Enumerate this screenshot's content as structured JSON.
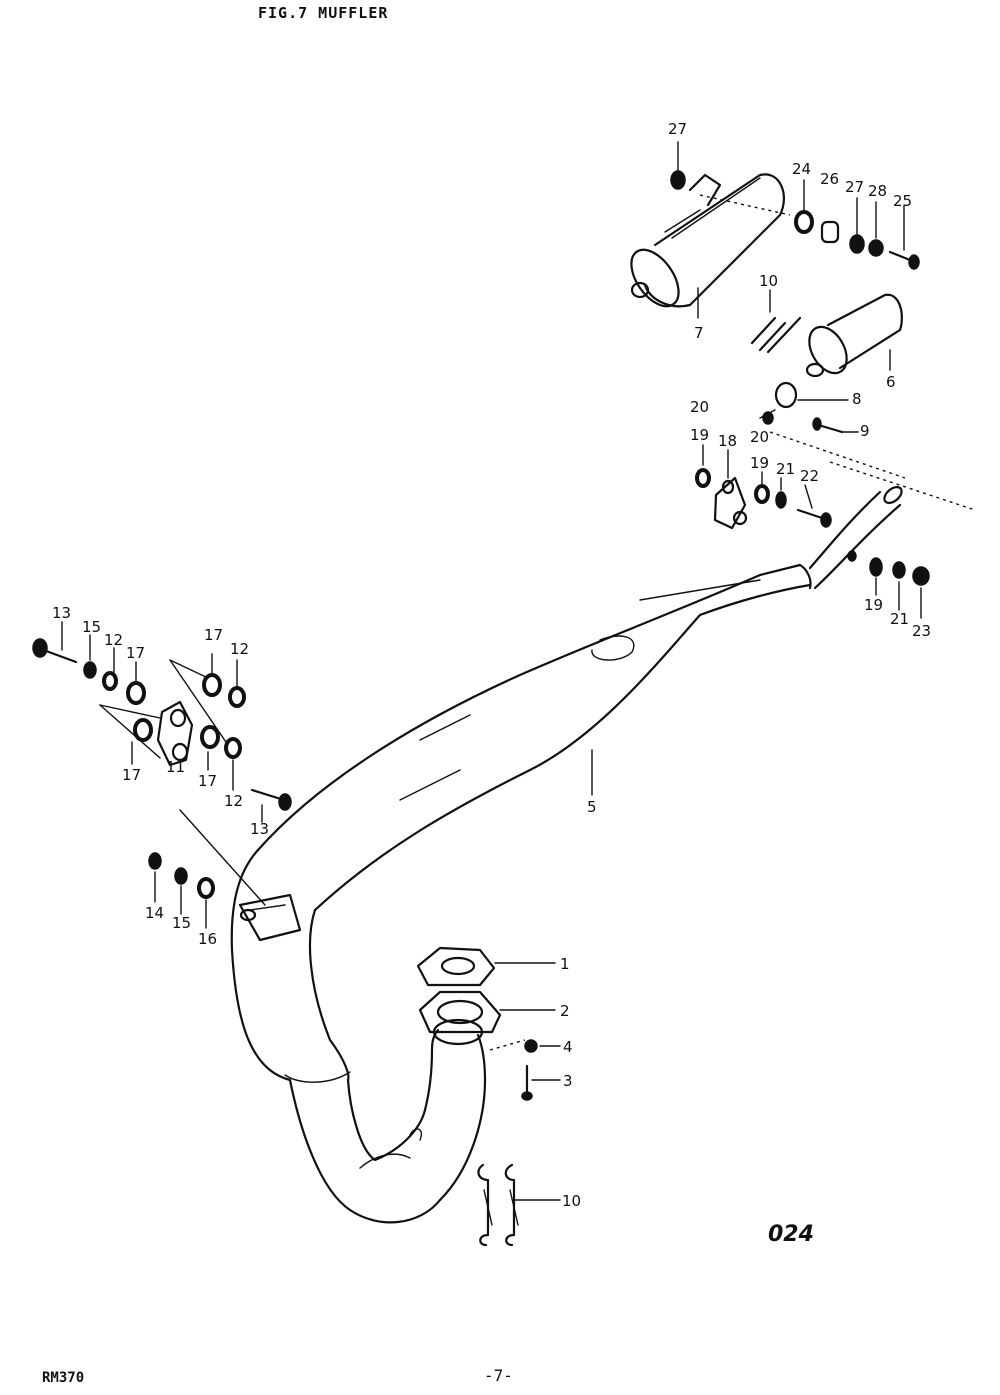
{
  "header": {
    "title": "FIG.7  MUFFLER"
  },
  "footer": {
    "model": "RM370",
    "page": "-7-"
  },
  "figure_code": "024",
  "callouts": [
    {
      "id": "c27a",
      "label": "27"
    },
    {
      "id": "c24",
      "label": "24"
    },
    {
      "id": "c26",
      "label": "26"
    },
    {
      "id": "c27b",
      "label": "27"
    },
    {
      "id": "c28",
      "label": "28"
    },
    {
      "id": "c25",
      "label": "25"
    },
    {
      "id": "c7",
      "label": "7"
    },
    {
      "id": "c10a",
      "label": "10"
    },
    {
      "id": "c6",
      "label": "6"
    },
    {
      "id": "c8",
      "label": "8"
    },
    {
      "id": "c9",
      "label": "9"
    },
    {
      "id": "c20a",
      "label": "20"
    },
    {
      "id": "c19a",
      "label": "19"
    },
    {
      "id": "c18",
      "label": "18"
    },
    {
      "id": "c20b",
      "label": "20"
    },
    {
      "id": "c19b",
      "label": "19"
    },
    {
      "id": "c21a",
      "label": "21"
    },
    {
      "id": "c22",
      "label": "22"
    },
    {
      "id": "c19c",
      "label": "19"
    },
    {
      "id": "c21b",
      "label": "21"
    },
    {
      "id": "c23",
      "label": "23"
    },
    {
      "id": "c13a",
      "label": "13"
    },
    {
      "id": "c15a",
      "label": "15"
    },
    {
      "id": "c12a",
      "label": "12"
    },
    {
      "id": "c17a",
      "label": "17"
    },
    {
      "id": "c17b",
      "label": "17"
    },
    {
      "id": "c12b",
      "label": "12"
    },
    {
      "id": "c17c",
      "label": "17"
    },
    {
      "id": "c11",
      "label": "11"
    },
    {
      "id": "c17d",
      "label": "17"
    },
    {
      "id": "c12c",
      "label": "12"
    },
    {
      "id": "c13b",
      "label": "13"
    },
    {
      "id": "c5",
      "label": "5"
    },
    {
      "id": "c14",
      "label": "14"
    },
    {
      "id": "c15b",
      "label": "15"
    },
    {
      "id": "c16",
      "label": "16"
    },
    {
      "id": "c1",
      "label": "1"
    },
    {
      "id": "c2",
      "label": "2"
    },
    {
      "id": "c4",
      "label": "4"
    },
    {
      "id": "c3",
      "label": "3"
    },
    {
      "id": "c10b",
      "label": "10"
    }
  ]
}
